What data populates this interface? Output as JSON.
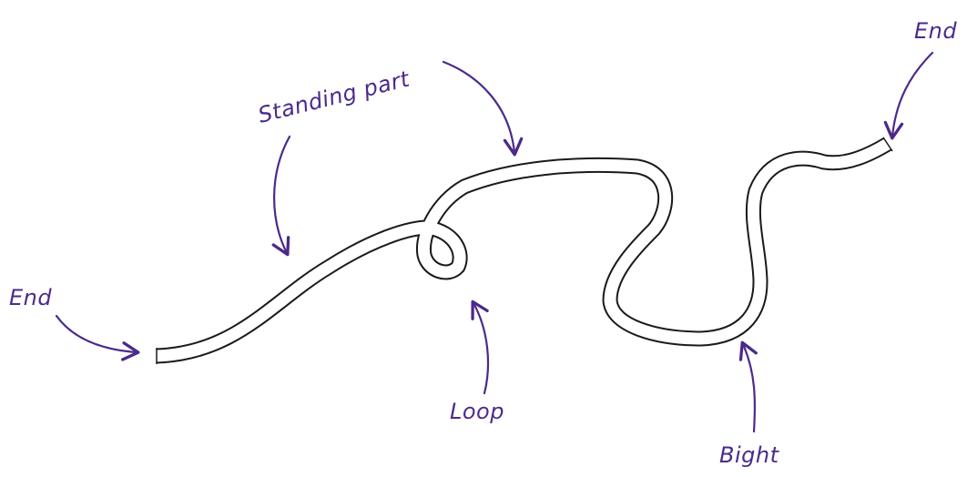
{
  "colors": {
    "annotation": "#4b2a8c",
    "rope": "#1a1a1a",
    "rope_fill": "#ffffff",
    "background": "#ffffff"
  },
  "labels": {
    "end_left": "End",
    "end_right": "End",
    "standing_part": "Standing part",
    "loop": "Loop",
    "bight": "Bight"
  }
}
